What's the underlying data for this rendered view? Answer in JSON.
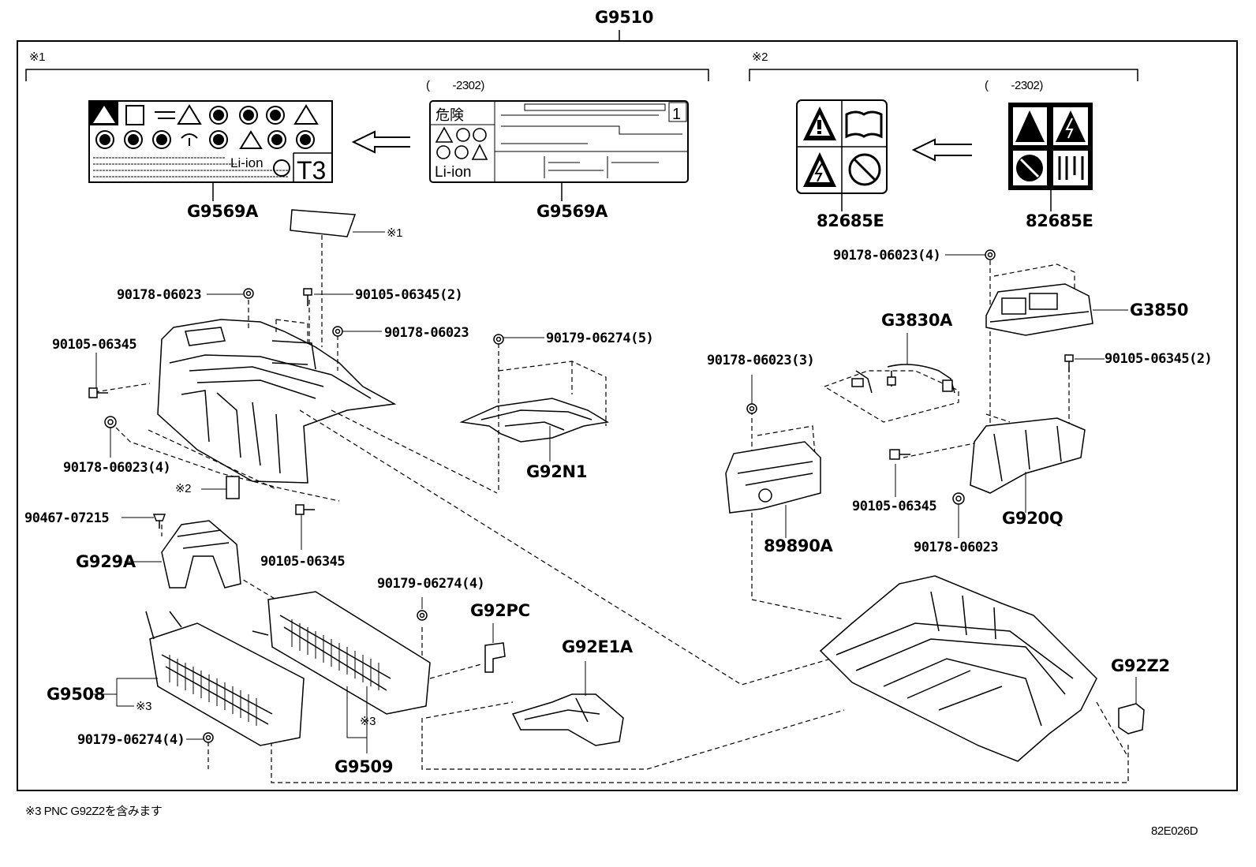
{
  "title": "G9510",
  "groups": {
    "g1": "※1",
    "g2": "※2",
    "date1": "(　　-2302)",
    "date2": "(　　-2302)"
  },
  "labels_texts": {
    "li_ion": "Li-ion",
    "t3": "T3",
    "kiken": "危険",
    "li_ion2": "Li-ion",
    "one": "1"
  },
  "parts": {
    "G9569A_left": "G9569A",
    "G9569A_right": "G9569A",
    "82685E_left": "82685E",
    "82685E_right": "82685E",
    "note1": "※1",
    "p90178_top": "90178-06023",
    "p90105_2": "90105-06345(2)",
    "p90178_mid": "90178-06023",
    "p90105_left": "90105-06345",
    "p90178_4": "90178-06023(4)",
    "note2": "※2",
    "p90467": "90467-07215",
    "G929A": "G929A",
    "p90105_bottom": "90105-06345",
    "p90179_5": "90179-06274(5)",
    "G92N1": "G92N1",
    "p90179_4_top": "90179-06274(4)",
    "G92PC": "G92PC",
    "G92E1A": "G92E1A",
    "G9508": "G9508",
    "note3a": "※3",
    "p90179_4_bottom": "90179-06274(4)",
    "note3b": "※3",
    "G9509": "G9509",
    "p90178_4_right": "90178-06023(4)",
    "G3850": "G3850",
    "G3830A": "G3830A",
    "p90105_2_right": "90105-06345(2)",
    "p90178_3": "90178-06023(3)",
    "p90105_right": "90105-06345",
    "G920Q": "G920Q",
    "p90178_right": "90178-06023",
    "89890A": "89890A",
    "G92Z2": "G92Z2"
  },
  "footnote": "※3 PNC G92Z2を含みます",
  "figure_id": "82E026D"
}
